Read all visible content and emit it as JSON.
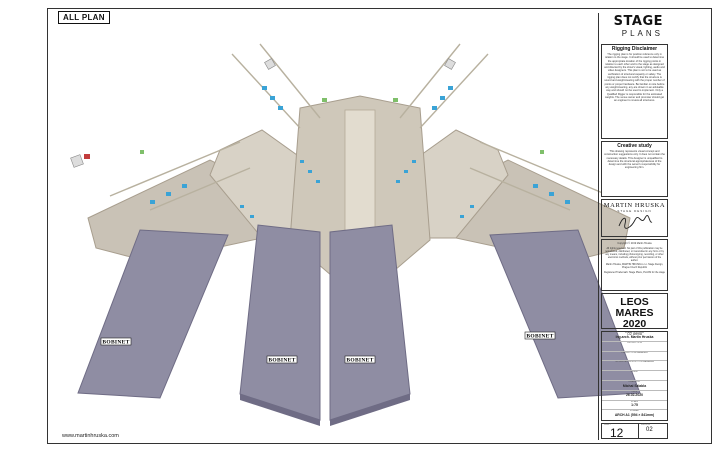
{
  "sheet": {
    "plan_title": "ALL PLAN",
    "website": "www.martinhruska.com"
  },
  "brand": {
    "line1": "STAGE",
    "line2": "PLANS"
  },
  "disclaimer": {
    "title": "Rigging Disclaimer",
    "body": "The rigging plan is for position reference only in relation to the stage. It should be used to determine the appropriate location of the rigging points in relation to each other and to the stage as designed and directed by the show's visual, lighting, audio and video designers. This plan is not to be used as verification of structural capacity or safety. The rigging plan does not certify that the structure is sound and weight-bearing with the proper number of points or proper hardware. Be familiar on site before any weight-bearing, any are shown in an advisable way and should not be used to implement. Only a Qualified Rigger is responsible for the estimated weights. The venue owner and promoter should get an engineer to review all structures."
  },
  "creative": {
    "title": "Creative study",
    "body": "This drawing represents visual concept and construction suggestions only. It does not contain the necessary details. This designer is unqualified to determine the structural appropriateness of the design and with the owner's responsibility for engineering firm."
  },
  "designer_logo": {
    "name": "MARTIN HRUSKA",
    "sub": "STAGE DESIGN"
  },
  "copyright": [
    "Copyright © 2019 Martin Hruska",
    "All rights reserved. No part of this publication may be reproduced, distributed, or transmitted in any form or by any means, including photocopying, recording, or other electronic methods, without prior permission of the author.",
    "Martin Hruska, MARTIN HRUSKA s.r.o. Stage Design, Prague Czech Republic",
    "Registered Trademark: Stage Plans, PLANS for the stage"
  ],
  "project": {
    "name": "LEOS MARES",
    "year": "2020",
    "venue": "O2 arena"
  },
  "rows": [
    {
      "cap": "STAGE DESIGNER",
      "val": "Ing.arch. Martin Hruska"
    },
    {
      "cap": "PRODUCTION",
      "val": ""
    },
    {
      "cap": "PRODUCTION MANAGER",
      "val": ""
    },
    {
      "cap": "TECHNICAL PRODUCTION MANAGER",
      "val": ""
    },
    {
      "cap": "CLIENT",
      "val": ""
    },
    {
      "cap": "DRAWN BY",
      "val": "Michal Szlabla"
    },
    {
      "cap": "DATE",
      "val": "26.02.2020"
    },
    {
      "cap": "SCALE",
      "val": "1:75"
    },
    {
      "cap": "FORMAT",
      "val": "ARCH A1 (594 × 841mm)"
    }
  ],
  "sheet_number": {
    "cap": "SHEET",
    "num": "12",
    "ver_cap": "VERSION",
    "ver": "02"
  },
  "labels": {
    "bobinet_left": "BOBINET",
    "bobinet_center_left": "BOBINET",
    "bobinet_center_right": "BOBINET",
    "bobinet_right": "BOBINET"
  },
  "colors": {
    "panel": "#8f8da3",
    "panel_dark": "#6f6c85",
    "deck": "#c9c2b6",
    "deck_edge": "#a89e8e",
    "truss": "#d4cfc0",
    "fixture": "#3aa3d6"
  }
}
